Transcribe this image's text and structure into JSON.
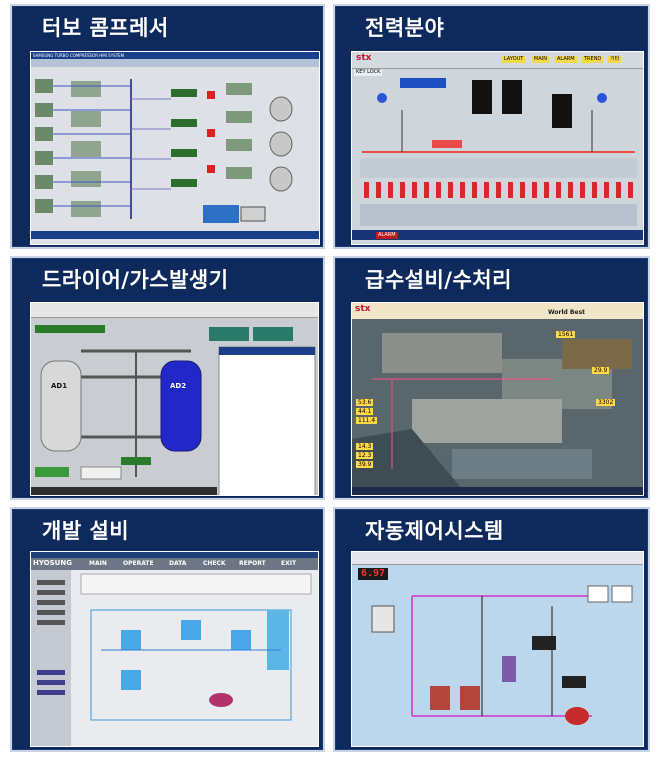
{
  "panels": [
    {
      "title": "터보 콤프레서",
      "shot_header": "SAMSUNG TURBO COMPRESSOR HMI SYSTEM"
    },
    {
      "title": "전력분야",
      "brand": "stx",
      "key_lock": "KEY LOCK",
      "tabs": [
        "LAYOUT",
        "MAIN",
        "ALARM",
        "TREND",
        "기타"
      ],
      "status": "ALARM"
    },
    {
      "title": "드라이어/가스발생기",
      "label_left": "AD1",
      "label_right": "AD2"
    },
    {
      "title": "급수설비/수처리",
      "brand": "stx",
      "slogan": "World Best",
      "readouts": [
        "53.6",
        "44.1",
        "111.4",
        "14.3",
        "12.3",
        "39.9",
        "1561",
        "3302",
        "29.9"
      ]
    },
    {
      "title": "개발 설비",
      "brand": "HYOSUNG",
      "tabs": [
        "MAIN",
        "OPERATE",
        "DATA",
        "CHECK",
        "REPORT",
        "EXIT"
      ]
    },
    {
      "title": "자동제어시스템",
      "readout": "6.97"
    }
  ],
  "colors": {
    "panel_bg": "#0e2a5c",
    "panel_border": "#c9d3e6"
  }
}
